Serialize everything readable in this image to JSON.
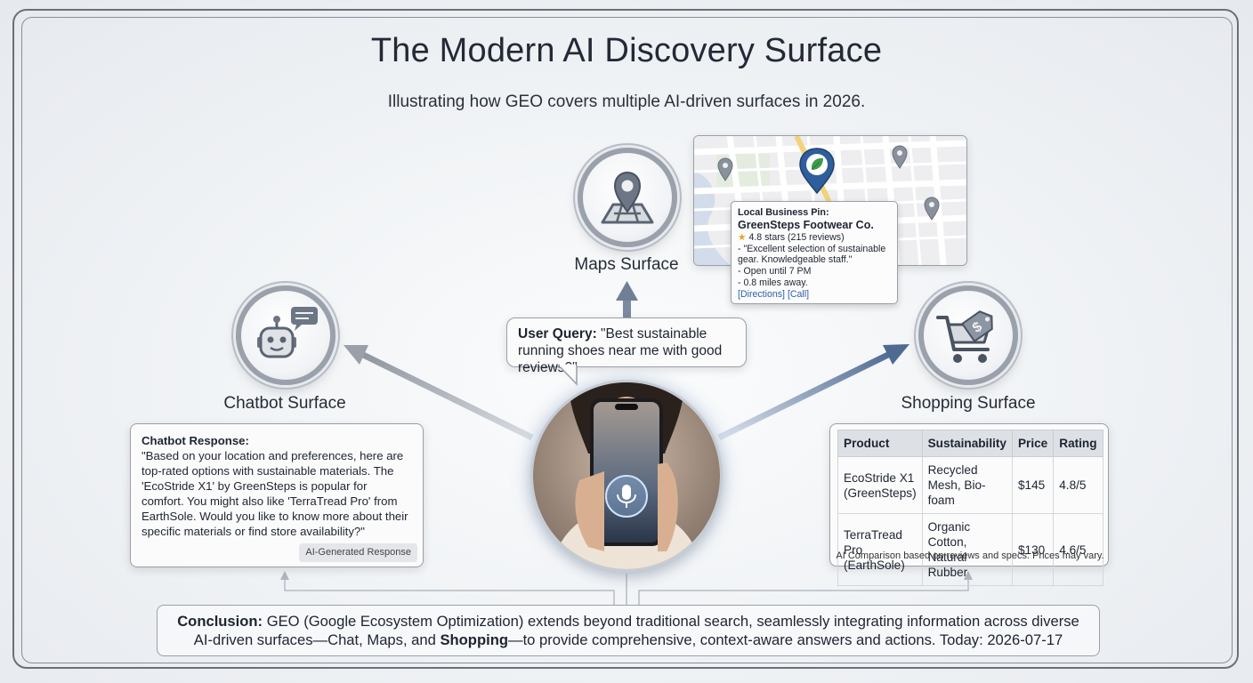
{
  "title": "The Modern AI Discovery Surface",
  "subtitle": "Illustrating how GEO covers multiple AI-driven surfaces in 2026.",
  "surfaces": {
    "maps": {
      "label": "Maps Surface",
      "icon": "map-pin-icon"
    },
    "chatbot": {
      "label": "Chatbot Surface",
      "icon": "robot-chat-icon"
    },
    "shopping": {
      "label": "Shopping Surface",
      "icon": "shopping-cart-tag-icon"
    }
  },
  "query": {
    "label": "User Query:",
    "text": "\"Best sustainable running shoes near me with good reviews?\""
  },
  "center_icon": "microphone-icon",
  "map_pin": {
    "heading": "Local Business Pin:",
    "name": "GreenSteps Footwear Co.",
    "rating": "4.8 stars (215 reviews)",
    "review": "- \"Excellent selection of sustainable gear. Knowledgeable staff.\"",
    "hours": "- Open until 7 PM",
    "distance": "- 0.8 miles away.",
    "link_directions": "[Directions]",
    "link_call": "[Call]"
  },
  "chatbot_card": {
    "heading": "Chatbot Response:",
    "body": "\"Based on your location and preferences, here are top-rated options with sustainable materials. The 'EcoStride X1' by GreenSteps is popular for comfort. You might also like 'TerraTread Pro' from EarthSole. Would you like to know more about their specific materials or find store availability?\"",
    "badge": "AI-Generated Response"
  },
  "shopping_table": {
    "headers": [
      "Product",
      "Sustainability",
      "Price",
      "Rating"
    ],
    "rows": [
      [
        "EcoStride X1 (GreenSteps)",
        "Recycled Mesh, Bio-foam",
        "$145",
        "4.8/5"
      ],
      [
        "TerraTread Pro (EarthSole)",
        "Organic Cotton, Natural Rubber",
        "$130",
        "4.6/5"
      ]
    ],
    "note": "AI Comparison based on reviews and specs. Prices may vary."
  },
  "conclusion": {
    "label": "Conclusion:",
    "text1": "GEO (Google Ecosystem Optimization) extends beyond traditional search, seamlessly integrating information across diverse AI-driven surfaces—Chat, Maps, and ",
    "shopping_word": "Shopping",
    "text2": "—to provide comprehensive, context-aware answers and actions. Today: 2026-07-17"
  },
  "colors": {
    "accent_blue": "#2c5fa6",
    "pin_blue": "#2f5e9c",
    "leaf_green": "#3f9a4a",
    "star": "#e8a21c"
  }
}
